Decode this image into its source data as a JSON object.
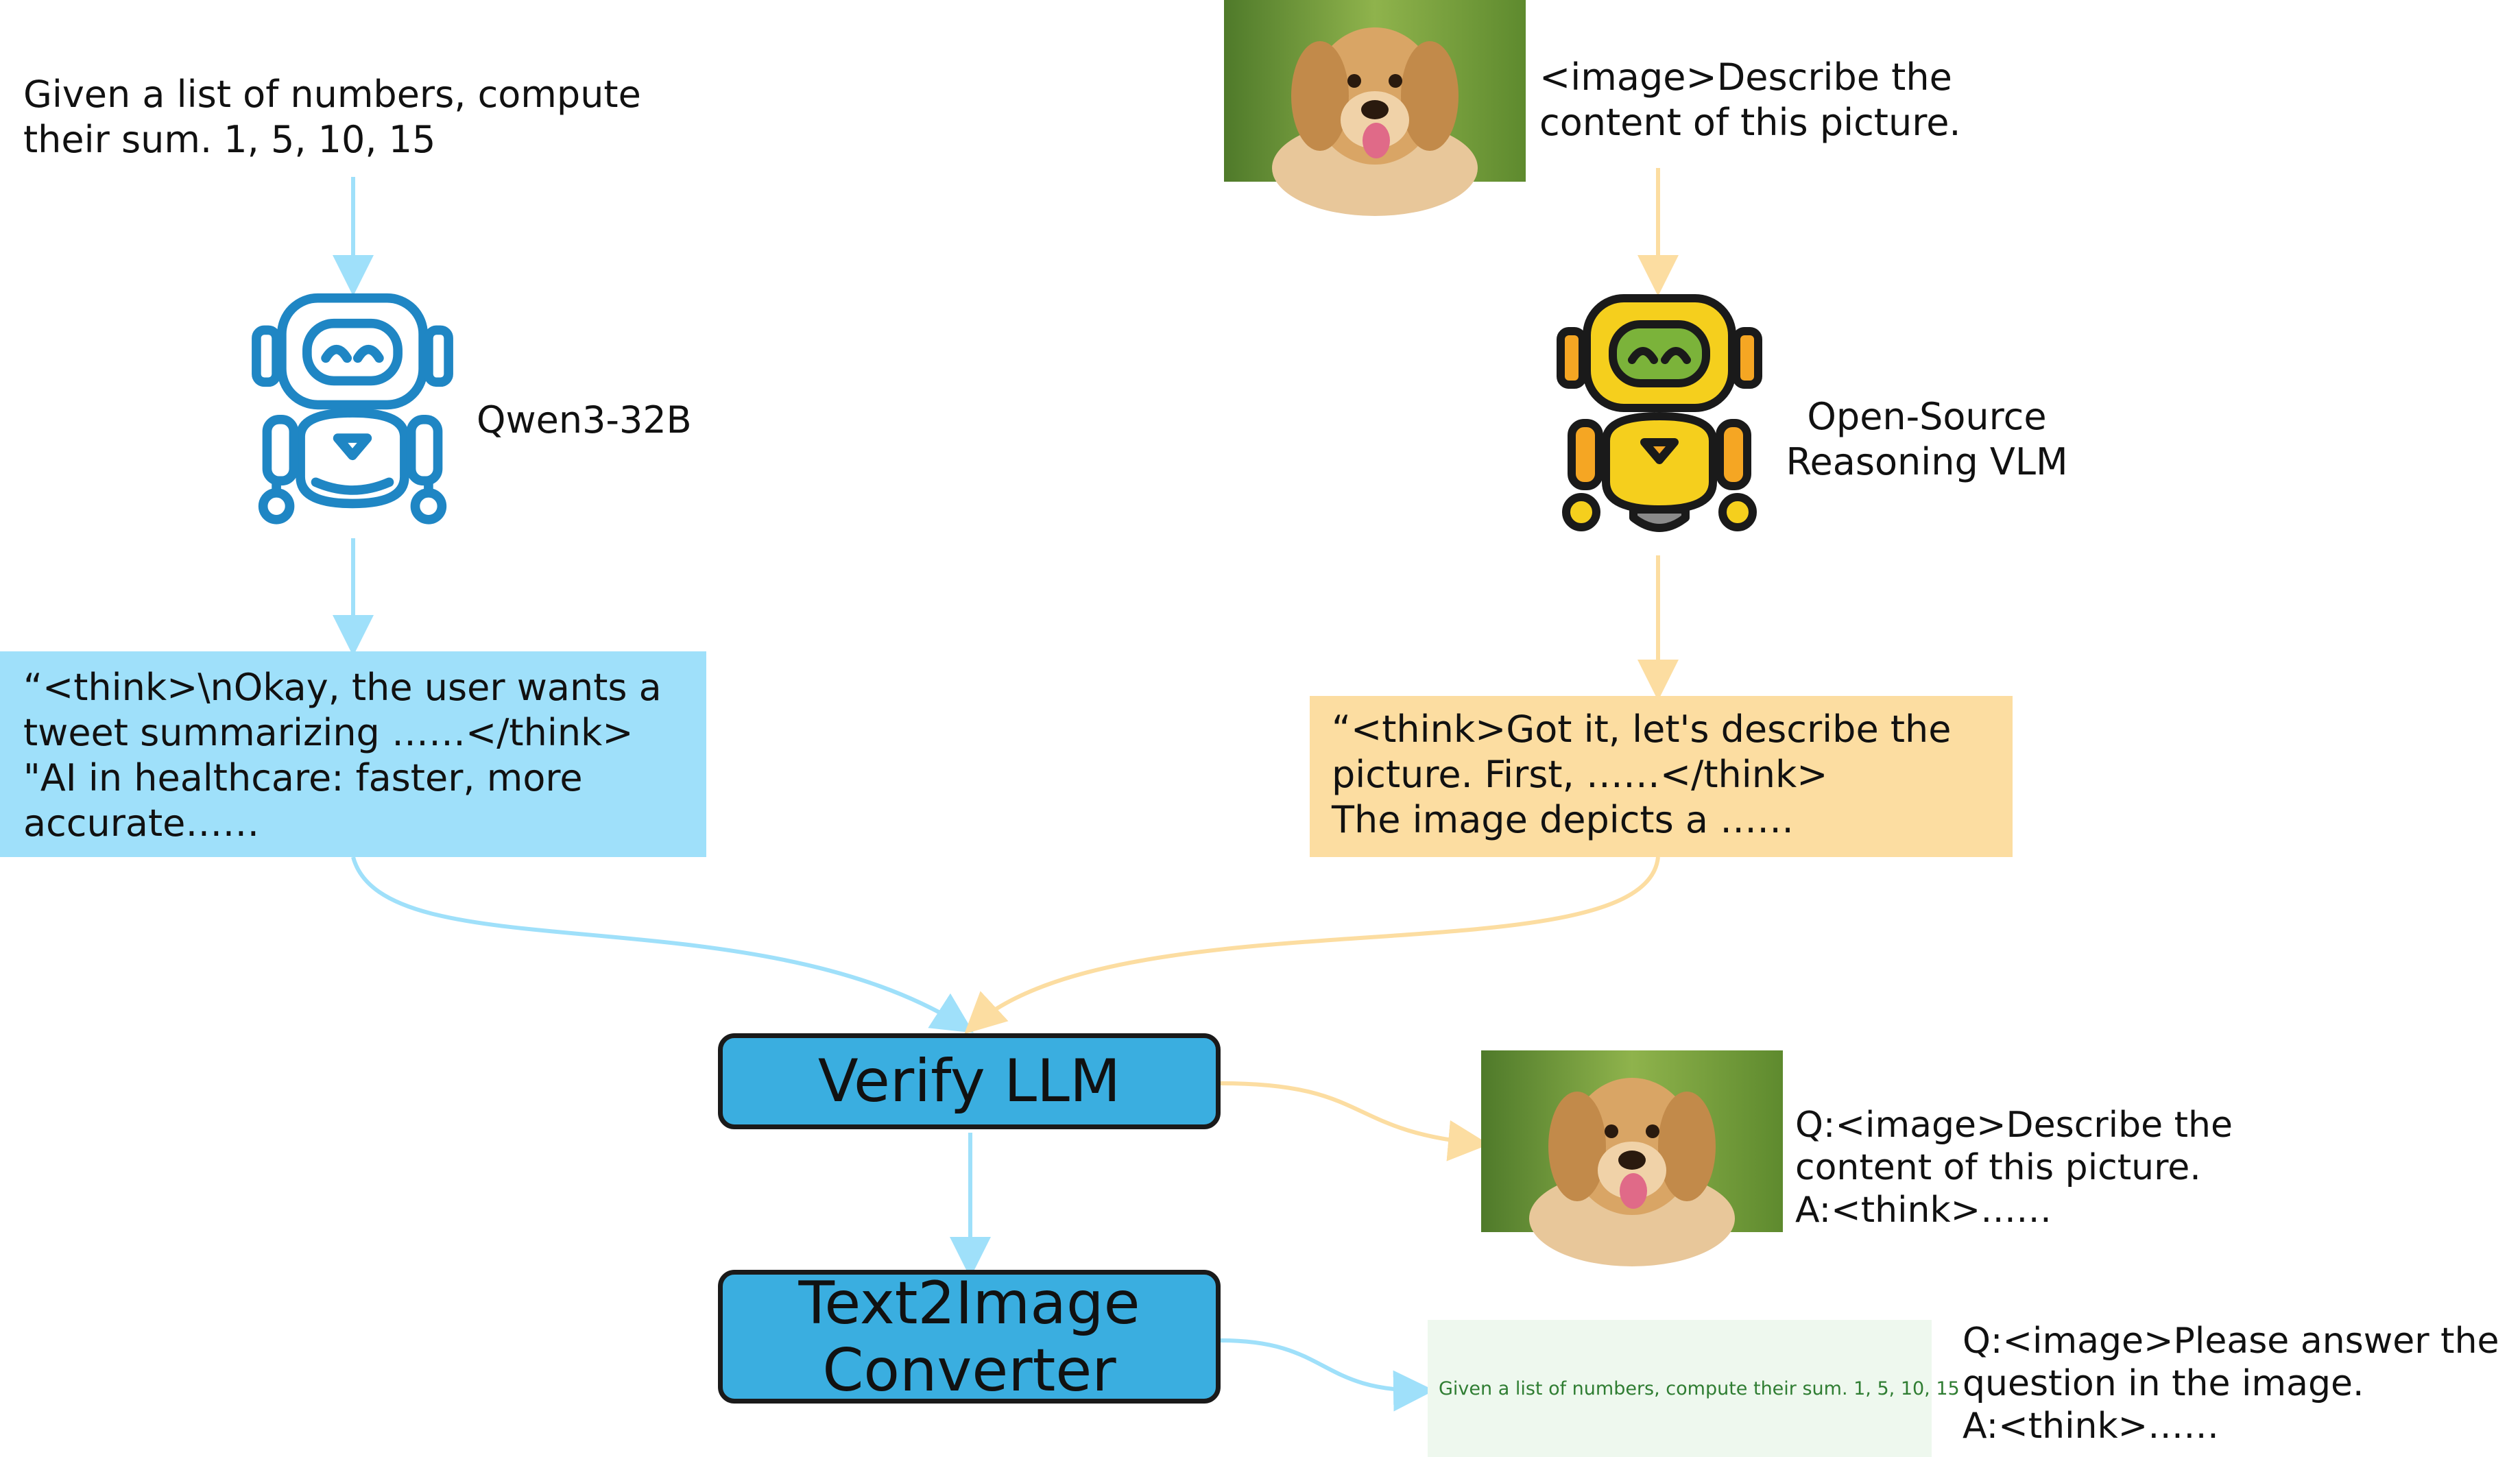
{
  "left": {
    "input_text": "Given a list of numbers, compute\ntheir sum. 1, 5, 10, 15",
    "model_label": "Qwen3-32B",
    "output_text": "“<think>\\nOkay, the user wants a\ntweet summarizing  ……</think>\n\"AI in healthcare: faster, more\naccurate……"
  },
  "right": {
    "input_text": "<image>Describe the\ncontent of this picture.",
    "model_label": "Open-Source\nReasoning VLM",
    "output_text": "“<think>Got it, let's describe the\npicture. First, ……</think>\nThe image depicts a ……"
  },
  "nodes": {
    "verify": "Verify LLM",
    "converter": "Text2Image\nConverter"
  },
  "outputs": {
    "image_qa": "Q:<image>Describe the\ncontent of this picture.\nA:<think>……",
    "text_image_content": "Given a list of numbers, compute their sum. 1, 5, 10, 15",
    "text_qa": "Q:<image>Please answer the\nquestion in the image.\nA:<think>……"
  },
  "colors": {
    "blue_path": "#9fe0fa",
    "orange_path": "#fcdda1",
    "node_fill": "#3aaee0",
    "blue_robot": "#1f86c4",
    "yellow_robot": "#f5cf1d",
    "robot_face": "#7bb33a"
  },
  "icons": [
    "blue-robot-icon",
    "yellow-robot-icon",
    "dog-photo"
  ]
}
